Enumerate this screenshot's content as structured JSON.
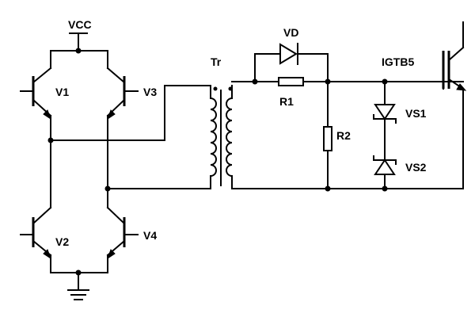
{
  "diagram": {
    "labels": {
      "vcc": "VCC",
      "v1": "V1",
      "v2": "V2",
      "v3": "V3",
      "v4": "V4",
      "tr": "Tr",
      "vd": "VD",
      "r1": "R1",
      "r2": "R2",
      "vs1": "VS1",
      "vs2": "VS2",
      "igbt": "IGTB5"
    }
  }
}
